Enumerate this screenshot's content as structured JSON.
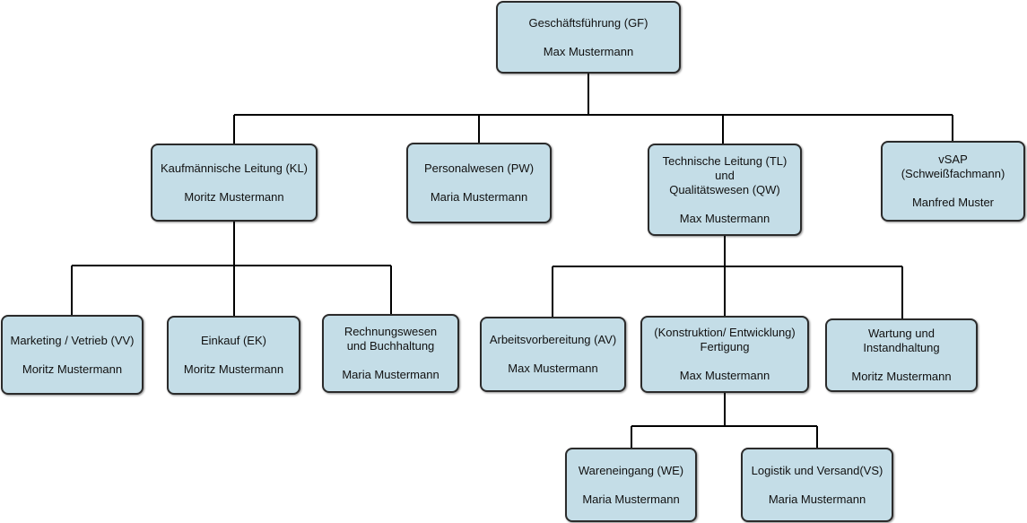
{
  "org_chart": {
    "gf": {
      "title_lines": [
        "Geschäftsführung (GF)"
      ],
      "person": "Max Mustermann"
    },
    "kl": {
      "title_lines": [
        "Kaufmännische Leitung (KL)"
      ],
      "person": "Moritz Mustermann"
    },
    "pw": {
      "title_lines": [
        "Personalwesen (PW)"
      ],
      "person": "Maria Mustermann"
    },
    "tl": {
      "title_lines": [
        "Technische Leitung (TL)",
        "und",
        "Qualitätswesen (QW)"
      ],
      "person": "Max Mustermann"
    },
    "vsap": {
      "title_lines": [
        "vSAP",
        "(Schweißfachmann)"
      ],
      "person": "Manfred Muster"
    },
    "vv": {
      "title_lines": [
        "Marketing / Vetrieb (VV)"
      ],
      "person": "Moritz Mustermann"
    },
    "ek": {
      "title_lines": [
        "Einkauf (EK)"
      ],
      "person": "Moritz Mustermann"
    },
    "rb": {
      "title_lines": [
        "Rechnungswesen",
        "und Buchhaltung"
      ],
      "person": "Maria Mustermann"
    },
    "av": {
      "title_lines": [
        "Arbeitsvorbereitung (AV)"
      ],
      "person": "Max Mustermann"
    },
    "kef": {
      "title_lines": [
        "(Konstruktion/ Entwicklung)",
        "Fertigung"
      ],
      "person": "Max Mustermann"
    },
    "wi": {
      "title_lines": [
        "Wartung und",
        "Instandhaltung"
      ],
      "person": "Moritz Mustermann"
    },
    "we": {
      "title_lines": [
        "Wareneingang (WE)"
      ],
      "person": "Maria Mustermann"
    },
    "lv": {
      "title_lines": [
        "Logistik und Versand(VS)"
      ],
      "person": "Maria Mustermann"
    }
  },
  "colors": {
    "box_fill": "#c4dde7",
    "box_border": "#2b2b2b",
    "connector": "#000000"
  }
}
